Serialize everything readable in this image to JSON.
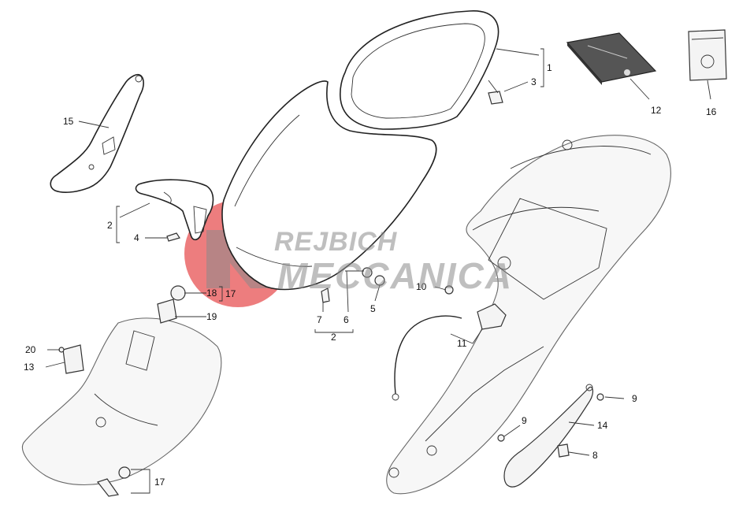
{
  "watermark": {
    "line1": "REJBICH",
    "line2": "MECCANICA",
    "colors": {
      "circle": "#e8595a",
      "text": "#8a8a8a"
    }
  },
  "callouts": {
    "c1": "1",
    "c2a": "2",
    "c2b": "2",
    "c3": "3",
    "c4": "4",
    "c5": "5",
    "c6": "6",
    "c7": "7",
    "c8": "8",
    "c9a": "9",
    "c9b": "9",
    "c10": "10",
    "c11": "11",
    "c12": "12",
    "c13": "13",
    "c14": "14",
    "c15": "15",
    "c16": "16",
    "c17a": "17",
    "c17b": "17",
    "c18": "18",
    "c19": "19",
    "c20": "20"
  }
}
